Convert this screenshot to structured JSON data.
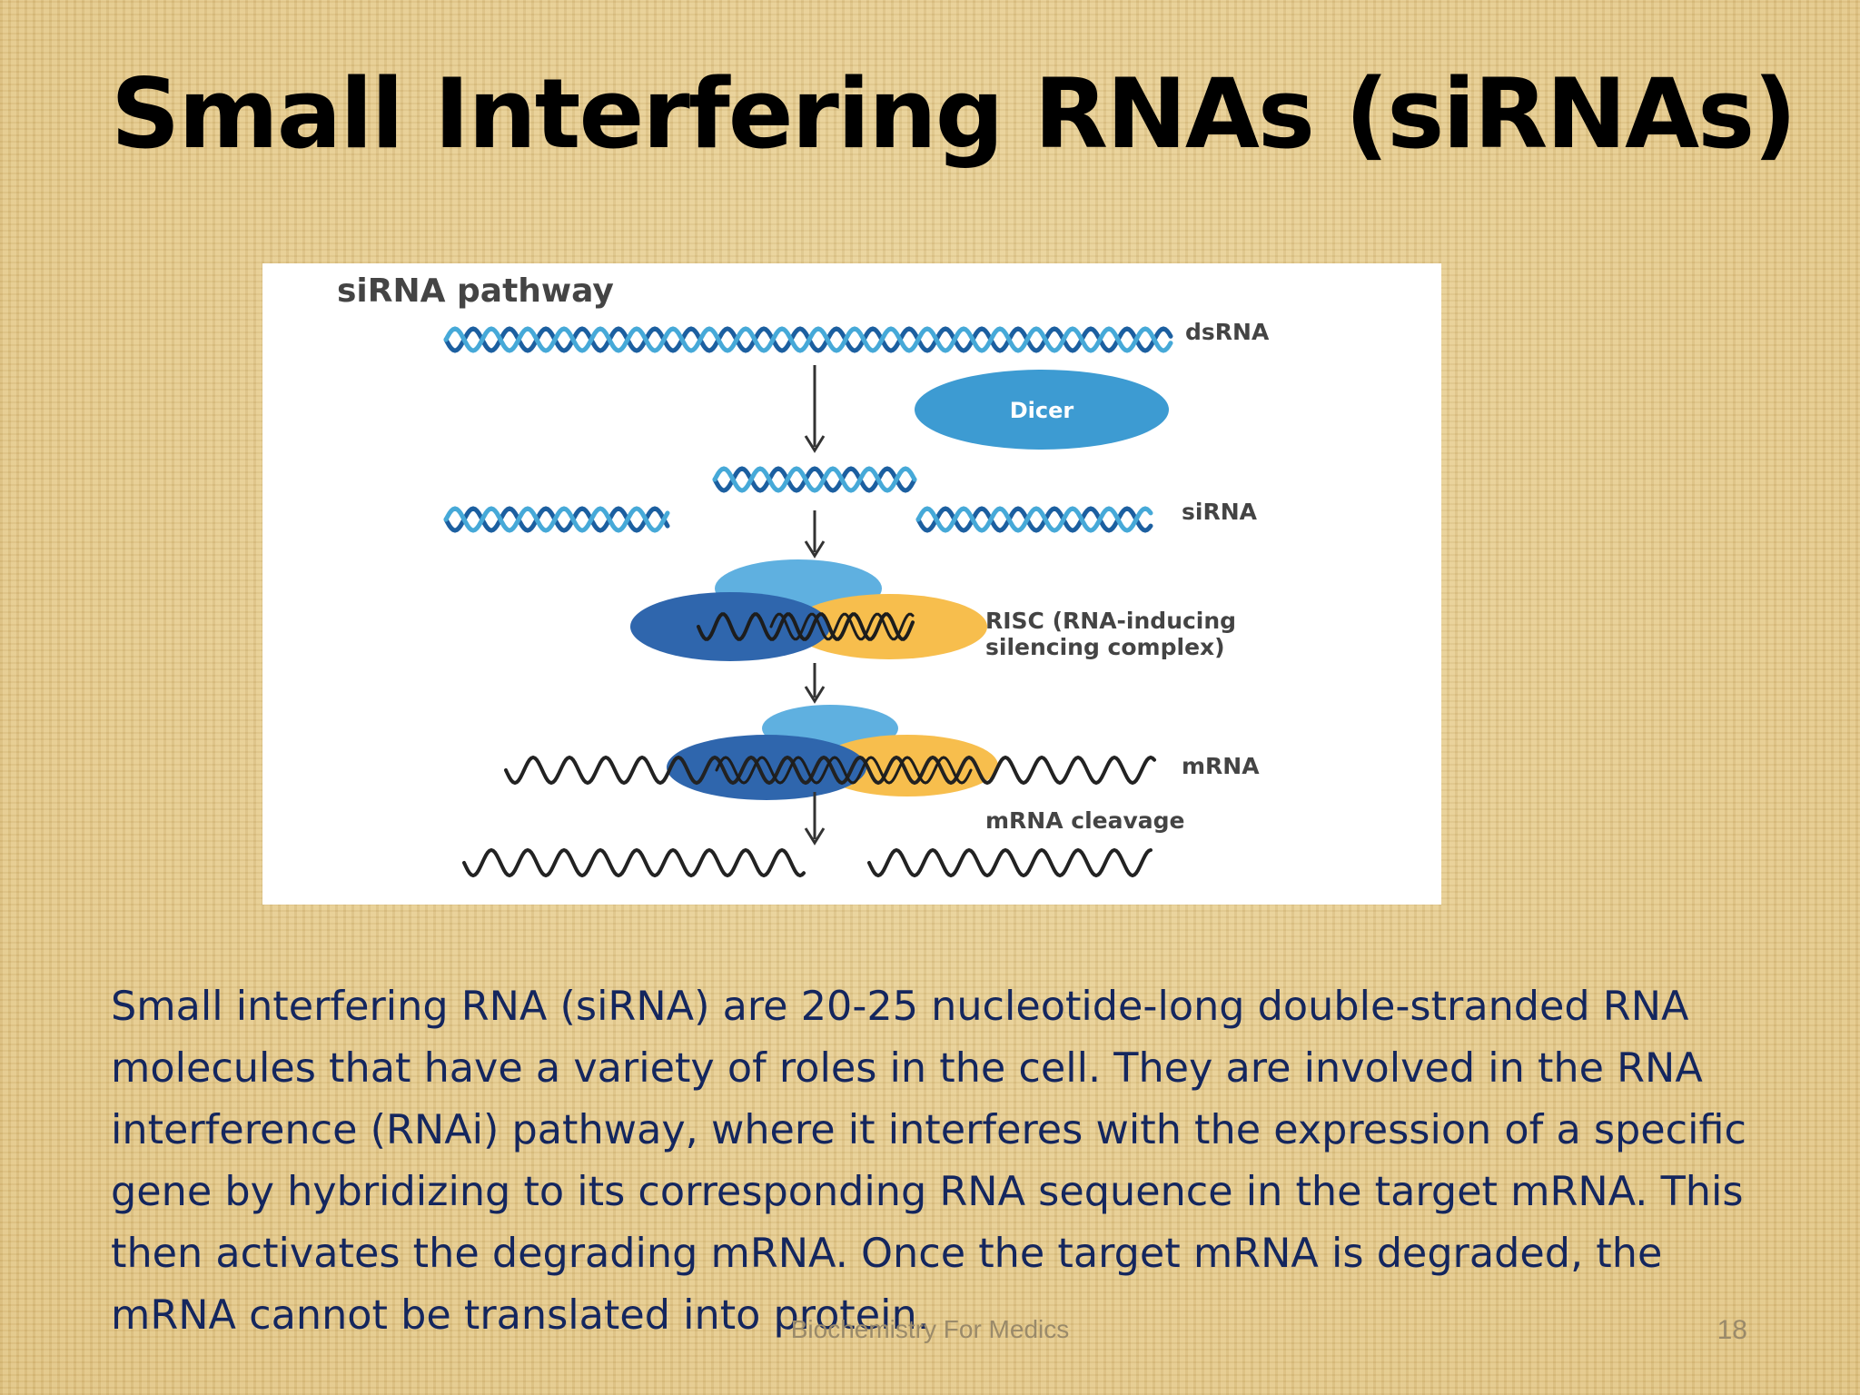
{
  "slide": {
    "title": "Small Interfering RNAs (siRNAs)",
    "body": "Small interfering RNA (siRNA) are 20-25 nucleotide-long double-stranded RNA molecules that have a variety of roles in the cell. They are involved in the RNA interference (RNAi) pathway, where it interferes with the expression of a specific gene by hybridizing to its corresponding RNA sequence in the target  mRNA. This then activates the degrading mRNA. Once the target mRNA is degraded, the mRNA cannot be translated into protein.",
    "footer": "Biochemistry For Medics",
    "page_number": "18"
  },
  "figure": {
    "heading": "siRNA pathway",
    "labels": {
      "dsrna": "dsRNA",
      "dicer": "Dicer",
      "sirna": "siRNA",
      "risc_line1": "RISC (RNA-inducing",
      "risc_line2": "silencing complex)",
      "mrna": "mRNA",
      "cleavage": "mRNA cleavage"
    },
    "colors": {
      "strand_dark": "#1c5fa0",
      "strand_light": "#46a9d8",
      "dicer": "#3d9bd2",
      "risc_dark": "#2f66ad",
      "risc_light": "#5fb0e0",
      "risc_orange": "#f7be4d",
      "mrna": "#222222",
      "arrow": "#333333"
    }
  }
}
